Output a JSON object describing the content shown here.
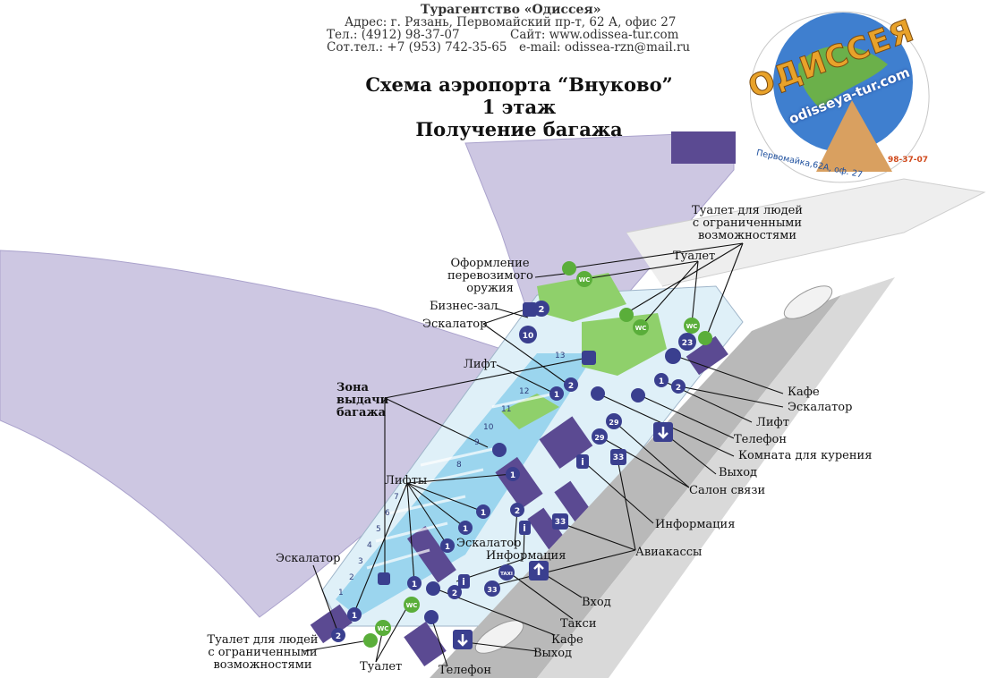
{
  "header": {
    "agency": "Турагентство «Одиссея»",
    "address": "Адрес: г. Рязань, Первомайский пр-т, 62 А, офис 27",
    "phone": "Тел.: (4912) 98-37-07",
    "site": "Сайт: www.odissea-tur.com",
    "mobile": "Сот.тел.: +7 (953) 742-35-65",
    "email": "e-mail: odissea-rzn@mail.ru"
  },
  "title": {
    "line1": "Схема аэропорта “Внуково”",
    "line2": "1 этаж",
    "line3": "Получение багажа"
  },
  "logo": {
    "brand": "ОДИССЕЯ",
    "url": "odisseya-tur.com",
    "address": "Первомайка,62А, оф. 27",
    "phone": "98-37-07"
  },
  "labels": {
    "toilet_disabled_top": "Туалет для людей с ограниченными возможностями",
    "toilet_top": "Туалет",
    "weapons": "Оформление перевозимого оружия",
    "business": "Бизнес-зал",
    "escalator_top": "Эскалатор",
    "lift_top": "Лифт",
    "baggage": "Зона выдачи багажа",
    "cafe_right": "Кафе",
    "escalator_right": "Эскалатор",
    "lift_right": "Лифт",
    "phone_right": "Телефон",
    "smoking": "Комната для курения",
    "exit_right": "Выход",
    "comm": "Салон связи",
    "info_right": "Информация",
    "tickets": "Авиакассы",
    "lifts": "Лифты",
    "escalator_mid": "Эскалатор",
    "info_mid": "Информация",
    "entrance": "Вход",
    "taxi": "Такси",
    "cafe_bottom": "Кафе",
    "exit_bottom": "Выход",
    "escalator_left": "Эскалатор",
    "toilet_disabled_bottom": "Туалет для людей с ограниченными возможностями",
    "toilet_bottom": "Туалет",
    "phone_bottom": "Телефон"
  },
  "carousel_numbers": [
    "1",
    "2",
    "3",
    "4",
    "5",
    "6",
    "7",
    "8",
    "9",
    "10",
    "11",
    "12",
    "13"
  ],
  "map_icons": [
    {
      "name": "escalator-icon",
      "text": "2"
    },
    {
      "name": "business-lounge-icon",
      "text": "10"
    },
    {
      "name": "info-sign-icon",
      "text": "23"
    },
    {
      "name": "comm-icon",
      "text": "29"
    },
    {
      "name": "ticket-icon",
      "text": "33"
    },
    {
      "name": "wc-icon",
      "text": "WC"
    },
    {
      "name": "taxi-icon",
      "text": "TAXI"
    },
    {
      "name": "info-icon",
      "text": "i"
    }
  ],
  "colors": {
    "terminal": "#cdc7e2",
    "terminal_dark": "#b3aad2",
    "block": "#5b4a92",
    "hall": "#dff0f8",
    "zone_blue": "#8fd0ec",
    "green": "#8fd06b",
    "icon": "#3a3f8f",
    "road": "#b9b9b9"
  }
}
